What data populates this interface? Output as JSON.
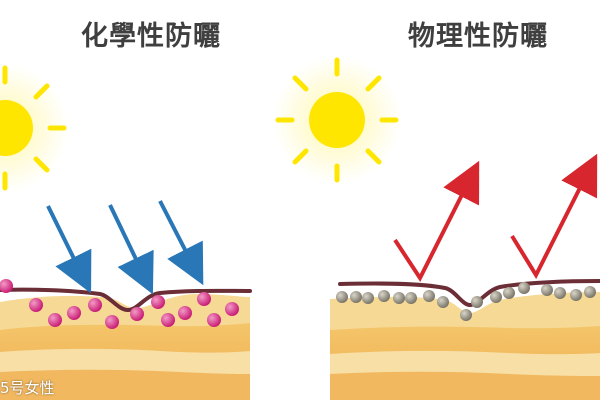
{
  "titles": {
    "left": "化學性防曬",
    "right": "物理性防曬"
  },
  "watermark": "5号女性",
  "colors": {
    "sun_core": "#ffe600",
    "sun_glow": "#fff7a8",
    "skin_top": "#f5d07a",
    "skin_mid": "#f7dfa6",
    "skin_deep": "#f2b860",
    "surface_line": "#6b2d36",
    "chemical_particle": "#d63a8c",
    "physical_particle": "#8f8a7c",
    "absorb_arrow": "#2a77b7",
    "reflect_arrow": "#d8262f"
  },
  "icons": [
    "sun-icon",
    "uv-absorb-arrow",
    "uv-reflect-arrow",
    "chemical-particle",
    "mineral-particle"
  ]
}
